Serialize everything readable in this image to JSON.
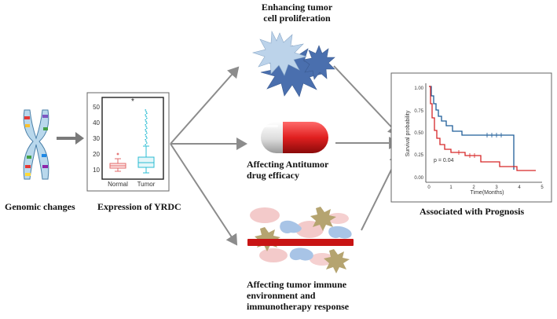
{
  "labels": {
    "genomic": "Genomic changes",
    "expression": "Expression of YRDC",
    "proliferation_line1": "Enhancing tumor",
    "proliferation_line2": "cell proliferation",
    "drug_line1": "Affecting Antitumor",
    "drug_line2": "drug efficacy",
    "immune_line1": "Affecting tumor immune",
    "immune_line2": "environment and",
    "immune_line3": "immunotherapy response",
    "prognosis": "Associated with Prognosis"
  },
  "boxplot": {
    "y_ticks": [
      "50",
      "40",
      "30",
      "20",
      "10"
    ],
    "categories": [
      "Normal",
      "Tumor"
    ],
    "significance": "*",
    "colors": {
      "normal": "#e26b6b",
      "tumor": "#2bbcd3"
    }
  },
  "survival": {
    "ylabel": "Survival probability",
    "xlabel": "Time(Months)",
    "y_ticks": [
      "1.00",
      "0.75",
      "0.50",
      "0.25",
      "0.00"
    ],
    "x_ticks": [
      "0",
      "1",
      "2",
      "3",
      "4",
      "5"
    ],
    "pvalue": "p = 0.04",
    "colors": {
      "high": "#d62728",
      "low": "#1f5d99"
    }
  },
  "colors": {
    "arrow": "#8c8c8c",
    "pill_red": "#e02020",
    "star_light": "#bcd3ea",
    "star_dark": "#4a6fae",
    "band": "#c81414"
  }
}
